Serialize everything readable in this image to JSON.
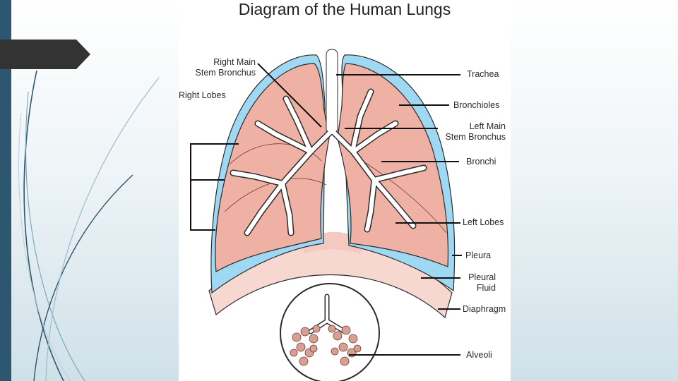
{
  "title": "Diagram of the Human Lungs",
  "labels": {
    "right_main_stem_bronchus": [
      "Right Main",
      "Stem Bronchus"
    ],
    "right_lobes": "Right Lobes",
    "trachea": "Trachea",
    "bronchioles": "Bronchioles",
    "left_main_stem_bronchus": [
      "Left Main",
      "Stem Bronchus"
    ],
    "bronchi": "Bronchi",
    "left_lobes": "Left Lobes",
    "pleura": "Pleura",
    "pleural_fluid": [
      "Pleural",
      "Fluid"
    ],
    "diaphragm": "Diaphragm",
    "alveoli": "Alveoli"
  },
  "colors": {
    "sidebar": "#2d5670",
    "tab": "#333333",
    "lung_tissue": "#efb1a3",
    "pleural_fluid": "#9ed8f2",
    "diaphragm": "#f7d8d0",
    "airway": "#ffffff",
    "outline": "#2b2b2b"
  }
}
